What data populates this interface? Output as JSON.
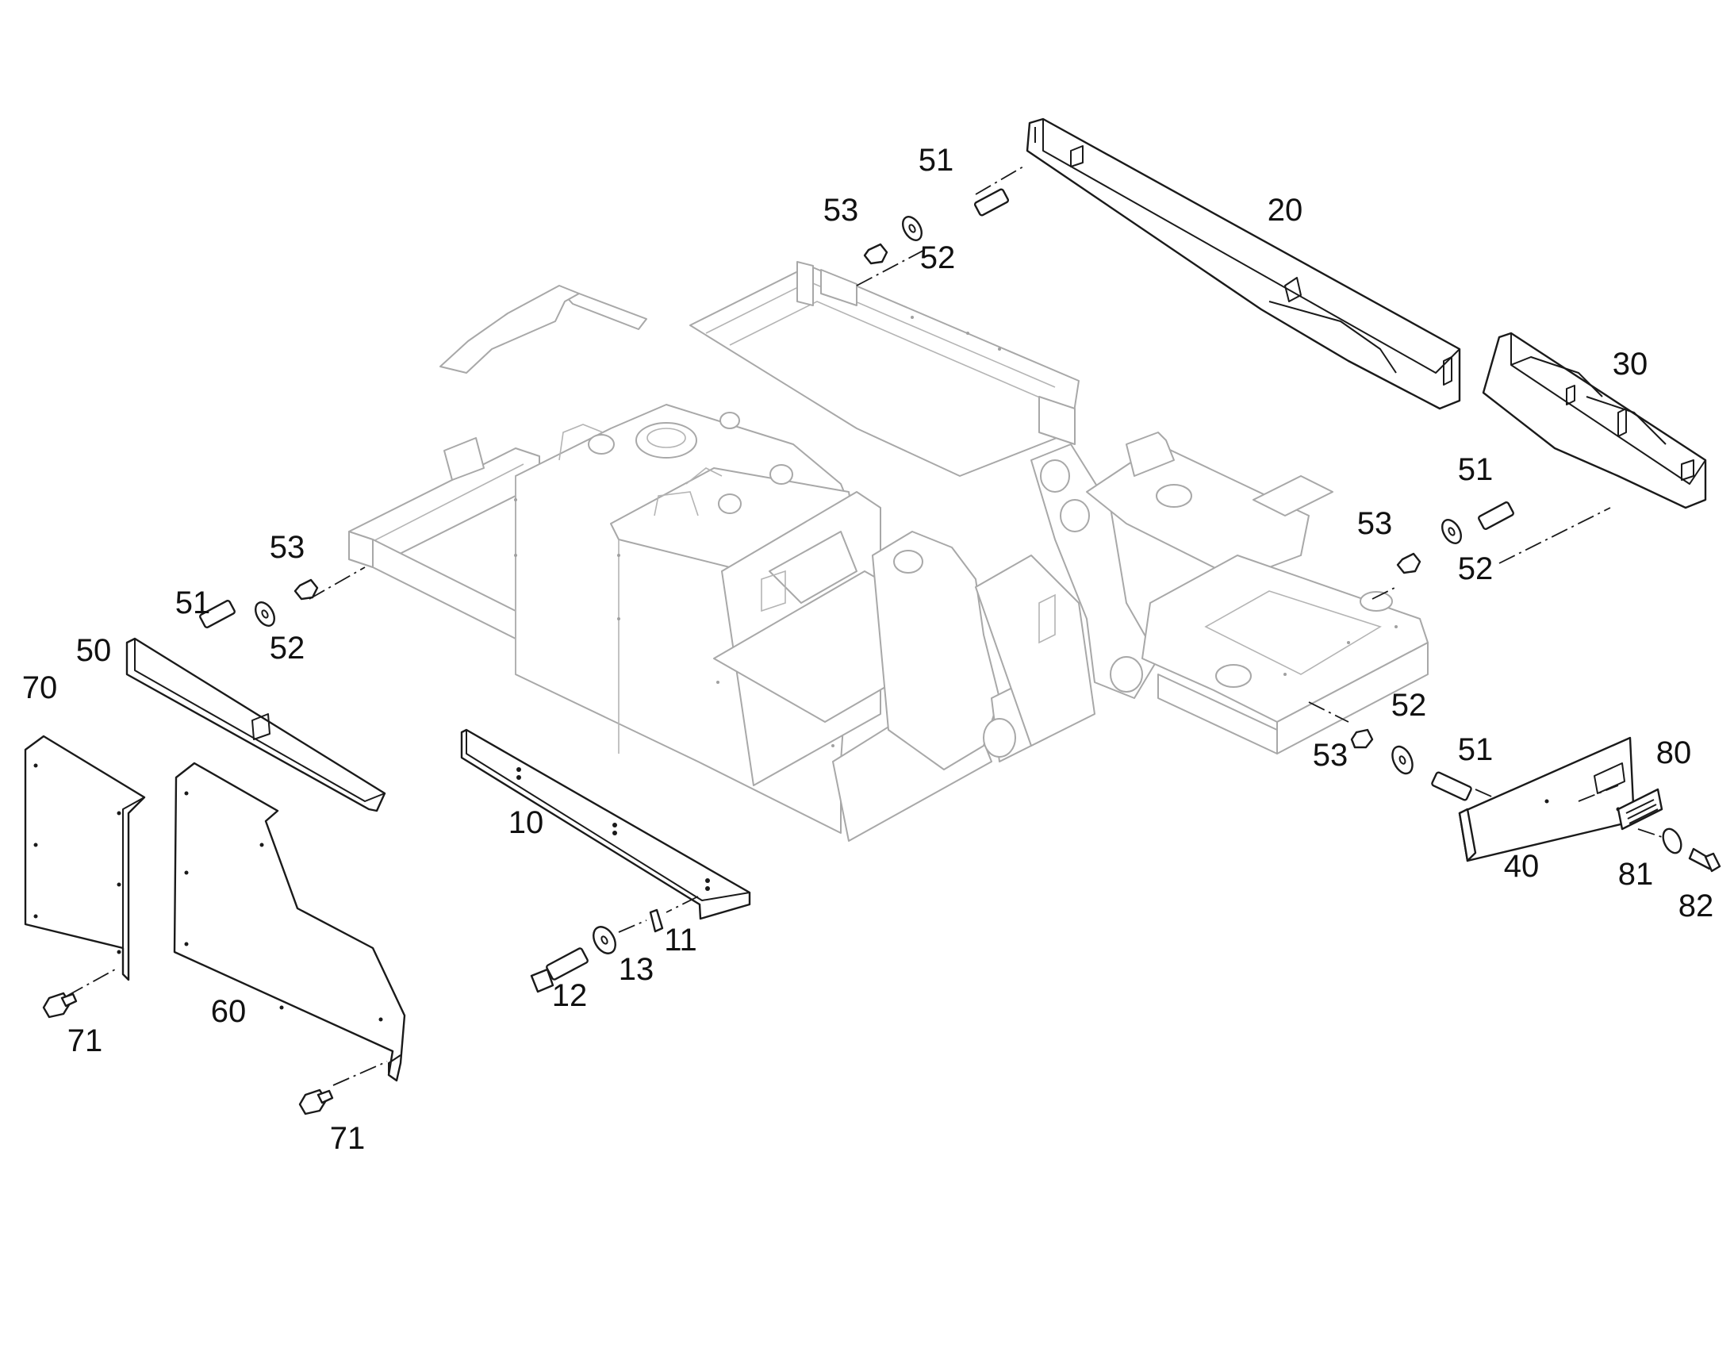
{
  "callouts": [
    {
      "id": "c10",
      "label": "10"
    },
    {
      "id": "c11",
      "label": "11"
    },
    {
      "id": "c12",
      "label": "12"
    },
    {
      "id": "c13",
      "label": "13"
    },
    {
      "id": "c20",
      "label": "20"
    },
    {
      "id": "c30",
      "label": "30"
    },
    {
      "id": "c40",
      "label": "40"
    },
    {
      "id": "c50",
      "label": "50"
    },
    {
      "id": "c51a",
      "label": "51"
    },
    {
      "id": "c52a",
      "label": "52"
    },
    {
      "id": "c53a",
      "label": "53"
    },
    {
      "id": "c51b",
      "label": "51"
    },
    {
      "id": "c52b",
      "label": "52"
    },
    {
      "id": "c53b",
      "label": "53"
    },
    {
      "id": "c51c",
      "label": "51"
    },
    {
      "id": "c52c",
      "label": "52"
    },
    {
      "id": "c53c",
      "label": "53"
    },
    {
      "id": "c51d",
      "label": "51"
    },
    {
      "id": "c52d",
      "label": "52"
    },
    {
      "id": "c53d",
      "label": "53"
    },
    {
      "id": "c60",
      "label": "60"
    },
    {
      "id": "c70",
      "label": "70"
    },
    {
      "id": "c71a",
      "label": "71"
    },
    {
      "id": "c71b",
      "label": "71"
    },
    {
      "id": "c80",
      "label": "80"
    },
    {
      "id": "c81",
      "label": "81"
    },
    {
      "id": "c82",
      "label": "82"
    }
  ]
}
